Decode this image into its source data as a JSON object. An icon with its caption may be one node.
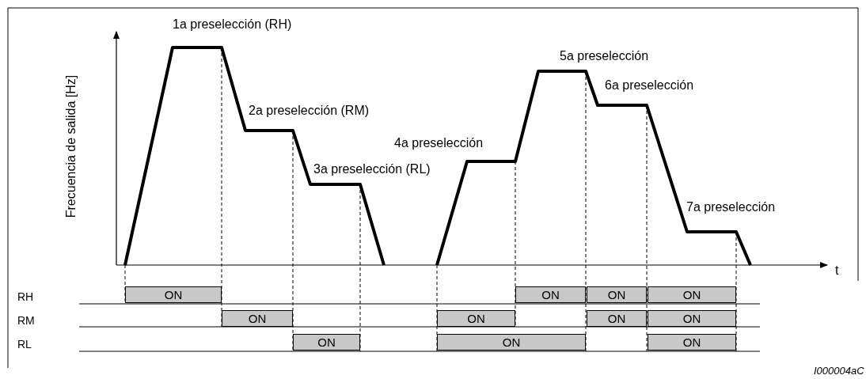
{
  "diagram": {
    "nodes": [
      {
        "text": [
          "ON"
        ]
      },
      {
        "text": [
          "ON"
        ]
      },
      {
        "text": [
          "ON"
        ]
      },
      {
        "text": [
          "ON"
        ]
      },
      {
        "text": [
          "ON"
        ]
      },
      {
        "text": [
          "ON"
        ]
      },
      {
        "text": [
          "ON"
        ]
      },
      {
        "text": [
          "ON"
        ]
      },
      {
        "text": [
          "ON"
        ]
      },
      {
        "text": [
          "ON"
        ]
      },
      {
        "text": [
          "ON"
        ]
      }
    ],
    "edges": [],
    "labels": [
      "1a preselección (RH)",
      "5a preselección",
      "6a preselección",
      "2a preselección (RM)",
      "4a preselección",
      "3a preselección (RL)",
      "7a preselección",
      "Frecuencia de salida [Hz]",
      "t",
      "RH",
      "RM",
      "RL",
      "I000004aC"
    ]
  }
}
